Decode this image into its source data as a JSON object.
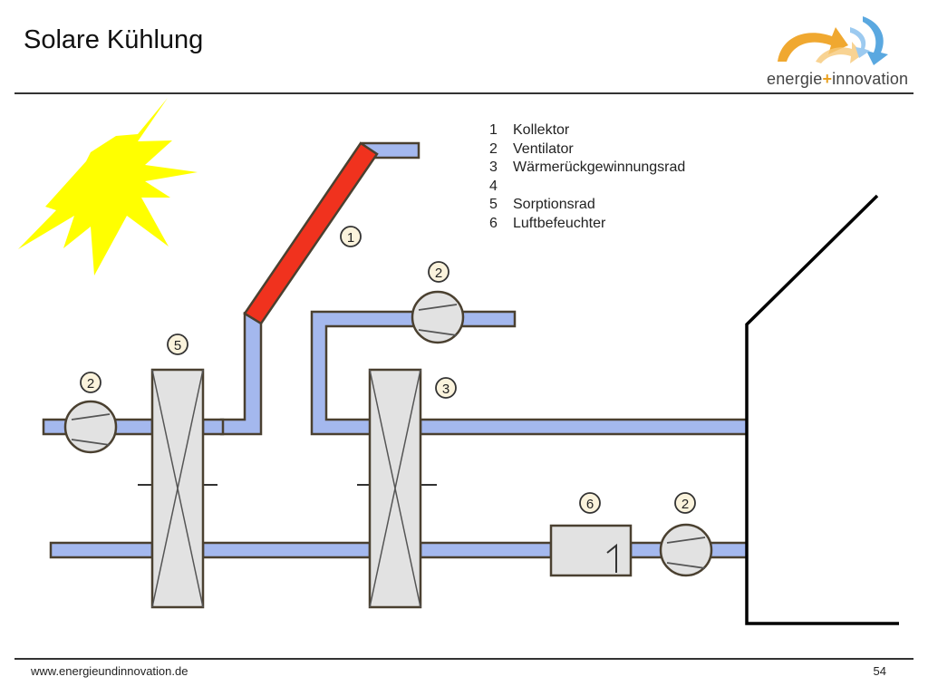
{
  "title": "Solare Kühlung",
  "logo": {
    "word1": "energie",
    "plus": "+",
    "word2": "innovation"
  },
  "legend": [
    {
      "num": "1",
      "label": "Kollektor"
    },
    {
      "num": "2",
      "label": "Ventilator"
    },
    {
      "num": "3",
      "label": "Wärmerückgewinnungsrad"
    },
    {
      "num": "4",
      "label": ""
    },
    {
      "num": "5",
      "label": "Sorptionsrad"
    },
    {
      "num": "6",
      "label": "Luftbefeuchter"
    }
  ],
  "markers": {
    "collector": "1",
    "fan_top": "2",
    "fan_left": "2",
    "fan_bottom": "2",
    "heat_recovery_wheel": "3",
    "sorption_wheel": "5",
    "humidifier": "6"
  },
  "colors": {
    "duct": "#a4b8ee",
    "duct_stroke": "#4a4030",
    "collector": "#f0321e",
    "sun": "#ffff00",
    "wheel": "#e2e2e2",
    "marker_fill": "#fbf3dc"
  },
  "footer": {
    "url": "www.energieundinnovation.de",
    "page": "54"
  }
}
